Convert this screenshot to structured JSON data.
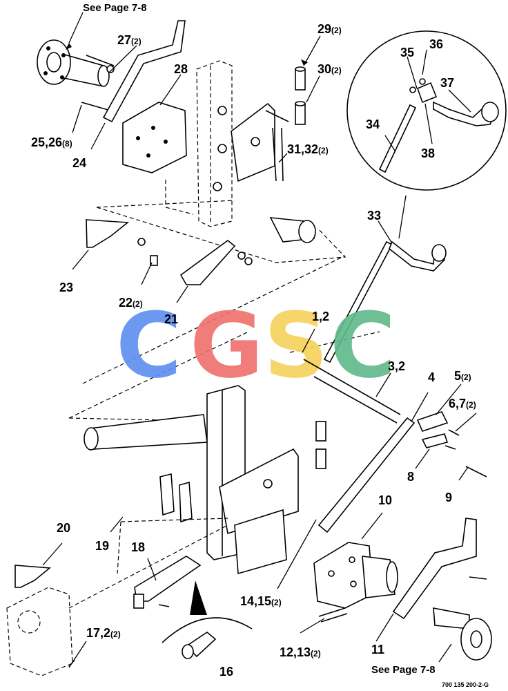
{
  "page_refs": {
    "top": "See Page 7-8",
    "bottom": "See Page 7-8"
  },
  "drawing_code": "700 135 200-2-G",
  "watermark": {
    "text": "CGSC",
    "letters": [
      {
        "char": "C",
        "color": "#5b8ff0"
      },
      {
        "char": "G",
        "color": "#ef6f6c"
      },
      {
        "char": "S",
        "color": "#f6d25a"
      },
      {
        "char": "C",
        "color": "#5fb98a"
      }
    ]
  },
  "callouts": {
    "c27": {
      "num": "27",
      "qty": "(2)"
    },
    "c28": {
      "num": "28",
      "qty": ""
    },
    "c29": {
      "num": "29",
      "qty": "(2)"
    },
    "c30": {
      "num": "30",
      "qty": "(2)"
    },
    "c25": {
      "num": "25,26",
      "qty": "(8)"
    },
    "c24": {
      "num": "24",
      "qty": ""
    },
    "c31": {
      "num": "31,32",
      "qty": "(2)"
    },
    "c35": {
      "num": "35",
      "qty": ""
    },
    "c36": {
      "num": "36",
      "qty": ""
    },
    "c37": {
      "num": "37",
      "qty": ""
    },
    "c34": {
      "num": "34",
      "qty": ""
    },
    "c38": {
      "num": "38",
      "qty": ""
    },
    "c33": {
      "num": "33",
      "qty": ""
    },
    "c23": {
      "num": "23",
      "qty": ""
    },
    "c22": {
      "num": "22",
      "qty": "(2)"
    },
    "c21": {
      "num": "21",
      "qty": ""
    },
    "c1": {
      "num": "1,2",
      "qty": ""
    },
    "c3": {
      "num": "3,2",
      "qty": ""
    },
    "c4": {
      "num": "4",
      "qty": ""
    },
    "c5": {
      "num": "5",
      "qty": "(2)"
    },
    "c6": {
      "num": "6,7",
      "qty": "(2)"
    },
    "c8": {
      "num": "8",
      "qty": ""
    },
    "c9": {
      "num": "9",
      "qty": ""
    },
    "c10": {
      "num": "10",
      "qty": ""
    },
    "c20": {
      "num": "20",
      "qty": ""
    },
    "c19": {
      "num": "19",
      "qty": ""
    },
    "c18": {
      "num": "18",
      "qty": ""
    },
    "c14": {
      "num": "14,15",
      "qty": "(2)"
    },
    "c12": {
      "num": "12,13",
      "qty": "(2)"
    },
    "c17": {
      "num": "17,2",
      "qty": "(2)"
    },
    "c11": {
      "num": "11",
      "qty": ""
    },
    "c16": {
      "num": "16",
      "qty": ""
    }
  }
}
